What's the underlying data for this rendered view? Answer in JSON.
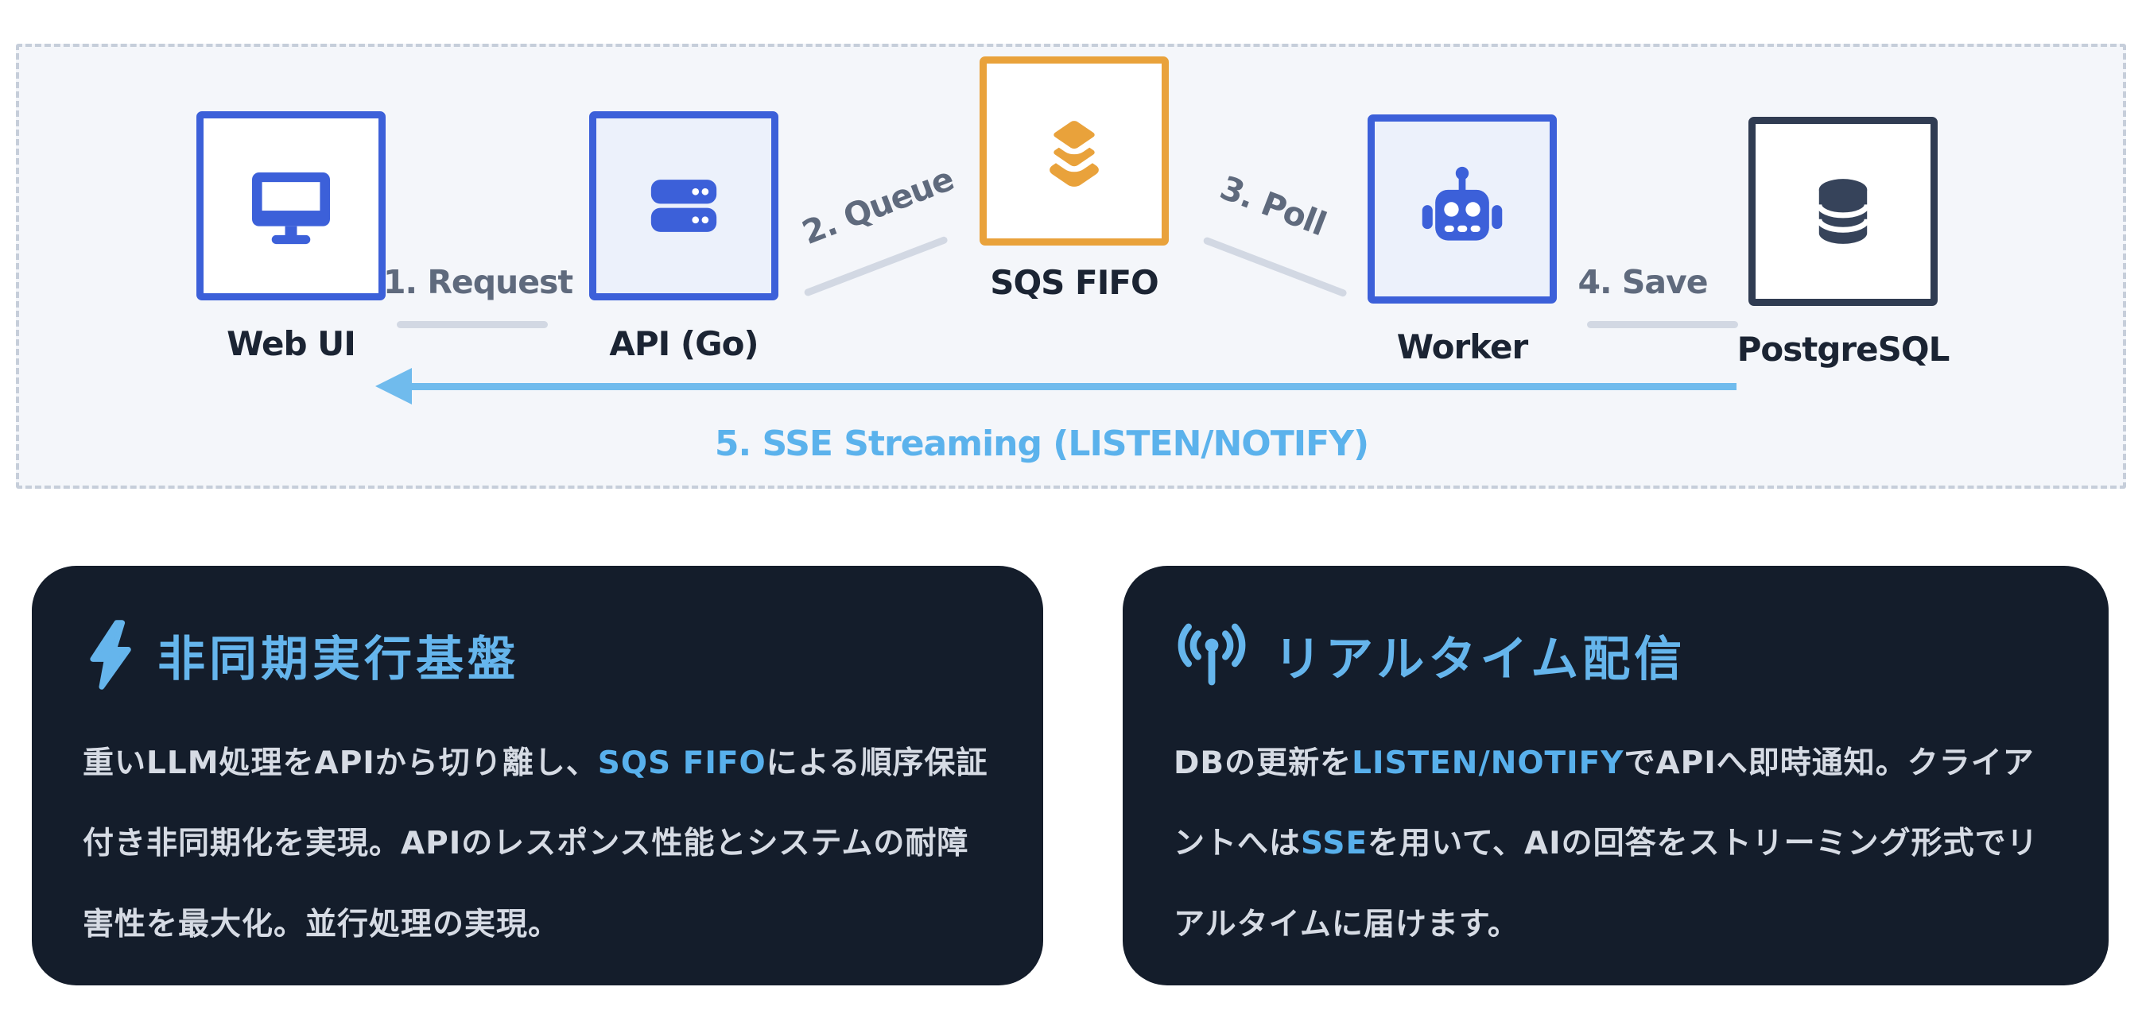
{
  "diagram": {
    "name": "async-architecture-flow",
    "container_style": "dashed-border",
    "nodes": [
      {
        "id": "webui",
        "label": "Web UI",
        "icon": "desktop-icon",
        "accent": "#3c60d9",
        "bg": "#ffffff"
      },
      {
        "id": "api",
        "label": "API (Go)",
        "icon": "server-icon",
        "accent": "#3c60d9",
        "bg": "#ecf1fb"
      },
      {
        "id": "sqs",
        "label": "SQS FIFO",
        "icon": "layer-group-icon",
        "accent": "#e9a23b",
        "bg": "#ffffff"
      },
      {
        "id": "worker",
        "label": "Worker",
        "icon": "robot-icon",
        "accent": "#3c60d9",
        "bg": "#ecf1fb"
      },
      {
        "id": "postgres",
        "label": "PostgreSQL",
        "icon": "database-icon",
        "accent": "#303c52",
        "bg": "#ffffff"
      }
    ],
    "edges": [
      {
        "label": "1. Request",
        "from": "webui",
        "to": "api",
        "style": "gray-line"
      },
      {
        "label": "2. Queue",
        "from": "api",
        "to": "sqs",
        "style": "gray-diagonal"
      },
      {
        "label": "3. Poll",
        "from": "sqs",
        "to": "worker",
        "style": "gray-diagonal"
      },
      {
        "label": "4. Save",
        "from": "worker",
        "to": "postgres",
        "style": "gray-line"
      },
      {
        "label": "5. SSE Streaming (LISTEN/NOTIFY)",
        "from": "postgres",
        "to": "webui",
        "style": "blue-arrow-left",
        "color": "#5bb2ec"
      }
    ]
  },
  "cards": [
    {
      "icon": "bolt-icon",
      "title": "非同期実行基盤",
      "accent": "#65b5ec",
      "body": [
        {
          "text": "重いLLM処理をAPIから切り離し、"
        },
        {
          "text": "SQS FIFO",
          "highlight": true
        },
        {
          "text": "による順序保証付き非同期化を実現。APIのレスポンス性能とシステムの耐障害性を最大化。並行処理の実現。"
        }
      ]
    },
    {
      "icon": "tower-broadcast-icon",
      "title": "リアルタイム配信",
      "accent": "#65b5ec",
      "body": [
        {
          "text": "DBの更新を"
        },
        {
          "text": "LISTEN/NOTIFY",
          "highlight": true
        },
        {
          "text": "でAPIへ即時通知。クライアントへは"
        },
        {
          "text": "SSE",
          "highlight": true
        },
        {
          "text": "を用いて、AIの回答をストリーミング形式でリアルタイムに届けます。"
        }
      ]
    }
  ],
  "colors": {
    "page_bg": "#ffffff",
    "diagram_bg": "#f4f6fa",
    "dash_border": "#c6ceda",
    "blue_accent": "#3c60d9",
    "orange_accent": "#e9a23b",
    "dark_accent": "#303c52",
    "gray_edge_text": "#5f6a7d",
    "gray_edge_line": "#d2d8e3",
    "sse_blue": "#5bb2ec",
    "card_bg": "#141d2b",
    "card_body_text": "#d6dbe4"
  }
}
